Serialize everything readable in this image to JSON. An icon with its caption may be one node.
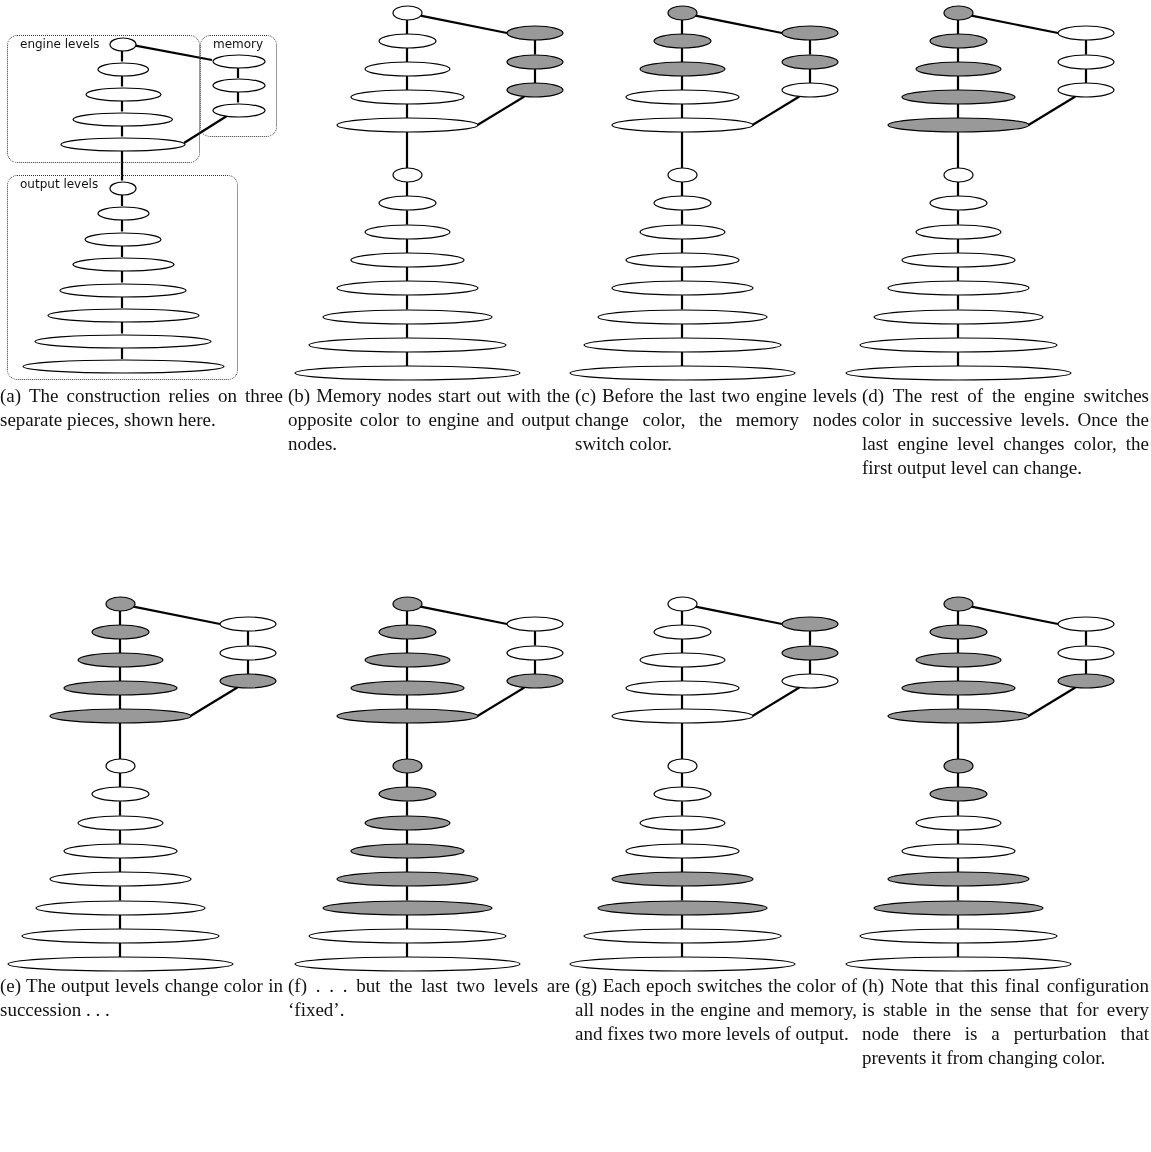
{
  "diagram": {
    "nodes": [
      {
        "text": [
          "engine levels"
        ]
      },
      {
        "text": [],
        "shape": "ellipse",
        "in": 0
      },
      {
        "text": [],
        "shape": "ellipse",
        "in": 0
      },
      {
        "text": [],
        "shape": "ellipse",
        "in": 0
      },
      {
        "text": [],
        "shape": "ellipse",
        "in": 0
      },
      {
        "text": [],
        "shape": "ellipse",
        "in": 0
      },
      {
        "text": [
          "memory"
        ]
      },
      {
        "text": [],
        "shape": "ellipse",
        "in": 6
      },
      {
        "text": [],
        "shape": "ellipse",
        "in": 6
      },
      {
        "text": [],
        "shape": "ellipse",
        "in": 6
      },
      {
        "text": [
          "output levels"
        ]
      },
      {
        "text": [],
        "shape": "ellipse",
        "in": 10
      },
      {
        "text": [],
        "shape": "ellipse",
        "in": 10
      },
      {
        "text": [],
        "shape": "ellipse",
        "in": 10
      },
      {
        "text": [],
        "shape": "ellipse",
        "in": 10
      },
      {
        "text": [],
        "shape": "ellipse",
        "in": 10
      },
      {
        "text": [],
        "shape": "ellipse",
        "in": 10
      },
      {
        "text": [],
        "shape": "ellipse",
        "in": 10
      },
      {
        "text": [],
        "shape": "ellipse",
        "in": 10
      },
      {
        "text": [],
        "shape": "ellipse"
      },
      {
        "text": [],
        "shape": "ellipse"
      },
      {
        "text": [],
        "shape": "ellipse"
      },
      {
        "text": [],
        "shape": "ellipse"
      },
      {
        "text": [],
        "shape": "ellipse"
      },
      {
        "text": [],
        "shape": "ellipse"
      },
      {
        "text": [],
        "shape": "ellipse"
      },
      {
        "text": [],
        "shape": "ellipse"
      },
      {
        "text": [],
        "shape": "ellipse"
      },
      {
        "text": [],
        "shape": "ellipse"
      },
      {
        "text": [],
        "shape": "ellipse"
      },
      {
        "text": [],
        "shape": "ellipse"
      },
      {
        "text": [],
        "shape": "ellipse"
      },
      {
        "text": [],
        "shape": "ellipse"
      },
      {
        "text": [],
        "shape": "ellipse"
      },
      {
        "text": [],
        "shape": "ellipse"
      },
      {
        "text": [],
        "shape": "ellipse"
      },
      {
        "text": [],
        "shape": "ellipse"
      },
      {
        "text": [],
        "shape": "ellipse"
      },
      {
        "text": [],
        "shape": "ellipse"
      },
      {
        "text": [],
        "shape": "ellipse"
      },
      {
        "text": [],
        "shape": "ellipse"
      },
      {
        "text": [],
        "shape": "ellipse"
      },
      {
        "text": [],
        "shape": "ellipse"
      },
      {
        "text": [],
        "shape": "ellipse"
      },
      {
        "text": [],
        "shape": "ellipse"
      },
      {
        "text": [],
        "shape": "ellipse"
      },
      {
        "text": [],
        "shape": "ellipse"
      },
      {
        "text": [],
        "shape": "ellipse"
      },
      {
        "text": [],
        "shape": "ellipse"
      },
      {
        "text": [],
        "shape": "ellipse"
      },
      {
        "text": [],
        "shape": "ellipse"
      },
      {
        "text": [],
        "shape": "ellipse"
      },
      {
        "text": [],
        "shape": "ellipse"
      },
      {
        "text": [],
        "shape": "ellipse"
      },
      {
        "text": [],
        "shape": "ellipse"
      },
      {
        "text": [],
        "shape": "ellipse"
      },
      {
        "text": [],
        "shape": "ellipse"
      },
      {
        "text": [],
        "shape": "ellipse"
      },
      {
        "text": [],
        "shape": "ellipse"
      },
      {
        "text": [],
        "shape": "ellipse"
      },
      {
        "text": [],
        "shape": "ellipse"
      },
      {
        "text": [],
        "shape": "ellipse"
      },
      {
        "text": [],
        "shape": "ellipse"
      },
      {
        "text": [],
        "shape": "ellipse"
      },
      {
        "text": [],
        "shape": "ellipse"
      },
      {
        "text": [],
        "shape": "ellipse"
      },
      {
        "text": [],
        "shape": "ellipse"
      },
      {
        "text": [],
        "shape": "ellipse"
      },
      {
        "text": [],
        "shape": "ellipse"
      },
      {
        "text": [],
        "shape": "ellipse"
      },
      {
        "text": [],
        "shape": "ellipse"
      },
      {
        "text": [],
        "shape": "ellipse"
      },
      {
        "text": [],
        "shape": "ellipse"
      },
      {
        "text": [],
        "shape": "ellipse"
      },
      {
        "text": [],
        "shape": "ellipse"
      },
      {
        "text": [],
        "shape": "ellipse"
      },
      {
        "text": [],
        "shape": "ellipse"
      },
      {
        "text": [],
        "shape": "ellipse"
      },
      {
        "text": [],
        "shape": "ellipse"
      },
      {
        "text": [],
        "shape": "ellipse"
      },
      {
        "text": [],
        "shape": "ellipse"
      },
      {
        "text": [],
        "shape": "ellipse"
      },
      {
        "text": [],
        "shape": "ellipse"
      },
      {
        "text": [],
        "shape": "ellipse"
      },
      {
        "text": [],
        "shape": "ellipse"
      },
      {
        "text": [],
        "shape": "ellipse"
      },
      {
        "text": [],
        "shape": "ellipse"
      },
      {
        "text": [],
        "shape": "ellipse"
      },
      {
        "text": [],
        "shape": "ellipse"
      },
      {
        "text": [],
        "shape": "ellipse"
      },
      {
        "text": [],
        "shape": "ellipse"
      },
      {
        "text": [],
        "shape": "ellipse"
      },
      {
        "text": [],
        "shape": "ellipse"
      },
      {
        "text": [],
        "shape": "ellipse"
      },
      {
        "text": [],
        "shape": "ellipse"
      },
      {
        "text": [],
        "shape": "ellipse"
      },
      {
        "text": [],
        "shape": "ellipse"
      },
      {
        "text": [],
        "shape": "ellipse"
      },
      {
        "text": [],
        "shape": "ellipse"
      },
      {
        "text": [],
        "shape": "ellipse"
      },
      {
        "text": [],
        "shape": "ellipse"
      },
      {
        "text": [],
        "shape": "ellipse"
      },
      {
        "text": [],
        "shape": "ellipse"
      },
      {
        "text": [],
        "shape": "ellipse"
      },
      {
        "text": [],
        "shape": "ellipse"
      },
      {
        "text": [],
        "shape": "ellipse"
      },
      {
        "text": [],
        "shape": "ellipse"
      },
      {
        "text": [],
        "shape": "ellipse"
      },
      {
        "text": [],
        "shape": "ellipse"
      },
      {
        "text": [],
        "shape": "ellipse"
      },
      {
        "text": [],
        "shape": "ellipse"
      },
      {
        "text": [],
        "shape": "ellipse"
      },
      {
        "text": [],
        "shape": "ellipse"
      },
      {
        "text": [],
        "shape": "ellipse"
      },
      {
        "text": [],
        "shape": "ellipse"
      },
      {
        "text": [],
        "shape": "ellipse"
      },
      {
        "text": [],
        "shape": "ellipse"
      },
      {
        "text": [],
        "shape": "ellipse"
      },
      {
        "text": [],
        "shape": "ellipse"
      },
      {
        "text": [],
        "shape": "ellipse"
      },
      {
        "text": [],
        "shape": "ellipse"
      },
      {
        "text": [],
        "shape": "ellipse"
      },
      {
        "text": [],
        "shape": "ellipse"
      },
      {
        "text": [],
        "shape": "ellipse"
      },
      {
        "text": [],
        "shape": "ellipse"
      },
      {
        "text": [],
        "shape": "ellipse"
      },
      {
        "text": [],
        "shape": "ellipse"
      },
      {
        "text": [],
        "shape": "ellipse"
      },
      {
        "text": [],
        "shape": "ellipse"
      },
      {
        "text": [],
        "shape": "ellipse"
      },
      {
        "text": [],
        "shape": "ellipse"
      }
    ],
    "edges": [
      {
        "from": 1,
        "to": 2,
        "arrow": "none"
      },
      {
        "from": 2,
        "to": 3,
        "arrow": "none"
      },
      {
        "from": 3,
        "to": 4,
        "arrow": "none"
      },
      {
        "from": 4,
        "to": 5,
        "arrow": "none"
      },
      {
        "from": 1,
        "to": 7,
        "arrow": "none"
      },
      {
        "from": 7,
        "to": 8,
        "arrow": "none"
      },
      {
        "from": 8,
        "to": 9,
        "arrow": "none"
      },
      {
        "from": 9,
        "to": 5,
        "arrow": "none"
      },
      {
        "from": 5,
        "to": 11,
        "arrow": "none"
      },
      {
        "from": 11,
        "to": 12,
        "arrow": "none"
      },
      {
        "from": 12,
        "to": 13,
        "arrow": "none"
      },
      {
        "from": 13,
        "to": 14,
        "arrow": "none"
      },
      {
        "from": 14,
        "to": 15,
        "arrow": "none"
      },
      {
        "from": 15,
        "to": 16,
        "arrow": "none"
      },
      {
        "from": 16,
        "to": 17,
        "arrow": "none"
      },
      {
        "from": 17,
        "to": 18,
        "arrow": "none"
      },
      {
        "from": 19,
        "to": 20,
        "arrow": "none"
      },
      {
        "from": 20,
        "to": 21,
        "arrow": "none"
      },
      {
        "from": 21,
        "to": 22,
        "arrow": "none"
      },
      {
        "from": 22,
        "to": 23,
        "arrow": "none"
      },
      {
        "from": 19,
        "to": 24,
        "arrow": "none"
      },
      {
        "from": 24,
        "to": 25,
        "arrow": "none"
      },
      {
        "from": 25,
        "to": 26,
        "arrow": "none"
      },
      {
        "from": 26,
        "to": 23,
        "arrow": "none"
      },
      {
        "from": 23,
        "to": 27,
        "arrow": "none"
      },
      {
        "from": 27,
        "to": 28,
        "arrow": "none"
      },
      {
        "from": 28,
        "to": 29,
        "arrow": "none"
      },
      {
        "from": 29,
        "to": 30,
        "arrow": "none"
      },
      {
        "from": 30,
        "to": 31,
        "arrow": "none"
      },
      {
        "from": 31,
        "to": 32,
        "arrow": "none"
      },
      {
        "from": 32,
        "to": 33,
        "arrow": "none"
      },
      {
        "from": 33,
        "to": 34,
        "arrow": "none"
      },
      {
        "from": 35,
        "to": 36,
        "arrow": "none"
      },
      {
        "from": 36,
        "to": 37,
        "arrow": "none"
      },
      {
        "from": 37,
        "to": 38,
        "arrow": "none"
      },
      {
        "from": 38,
        "to": 39,
        "arrow": "none"
      },
      {
        "from": 35,
        "to": 40,
        "arrow": "none"
      },
      {
        "from": 40,
        "to": 41,
        "arrow": "none"
      },
      {
        "from": 41,
        "to": 42,
        "arrow": "none"
      },
      {
        "from": 42,
        "to": 39,
        "arrow": "none"
      },
      {
        "from": 39,
        "to": 43,
        "arrow": "none"
      },
      {
        "from": 43,
        "to": 44,
        "arrow": "none"
      },
      {
        "from": 44,
        "to": 45,
        "arrow": "none"
      },
      {
        "from": 45,
        "to": 46,
        "arrow": "none"
      },
      {
        "from": 46,
        "to": 47,
        "arrow": "none"
      },
      {
        "from": 47,
        "to": 48,
        "arrow": "none"
      },
      {
        "from": 48,
        "to": 49,
        "arrow": "none"
      },
      {
        "from": 49,
        "to": 50,
        "arrow": "none"
      },
      {
        "from": 51,
        "to": 52,
        "arrow": "none"
      },
      {
        "from": 52,
        "to": 53,
        "arrow": "none"
      },
      {
        "from": 53,
        "to": 54,
        "arrow": "none"
      },
      {
        "from": 54,
        "to": 55,
        "arrow": "none"
      },
      {
        "from": 51,
        "to": 56,
        "arrow": "none"
      },
      {
        "from": 56,
        "to": 57,
        "arrow": "none"
      },
      {
        "from": 57,
        "to": 58,
        "arrow": "none"
      },
      {
        "from": 58,
        "to": 55,
        "arrow": "none"
      },
      {
        "from": 55,
        "to": 59,
        "arrow": "none"
      },
      {
        "from": 59,
        "to": 60,
        "arrow": "none"
      },
      {
        "from": 60,
        "to": 61,
        "arrow": "none"
      },
      {
        "from": 61,
        "to": 62,
        "arrow": "none"
      },
      {
        "from": 62,
        "to": 63,
        "arrow": "none"
      },
      {
        "from": 63,
        "to": 64,
        "arrow": "none"
      },
      {
        "from": 64,
        "to": 65,
        "arrow": "none"
      },
      {
        "from": 65,
        "to": 66,
        "arrow": "none"
      },
      {
        "from": 67,
        "to": 68,
        "arrow": "none"
      },
      {
        "from": 68,
        "to": 69,
        "arrow": "none"
      },
      {
        "from": 69,
        "to": 70,
        "arrow": "none"
      },
      {
        "from": 70,
        "to": 71,
        "arrow": "none"
      },
      {
        "from": 67,
        "to": 72,
        "arrow": "none"
      },
      {
        "from": 72,
        "to": 73,
        "arrow": "none"
      },
      {
        "from": 73,
        "to": 74,
        "arrow": "none"
      },
      {
        "from": 74,
        "to": 71,
        "arrow": "none"
      },
      {
        "from": 71,
        "to": 75,
        "arrow": "none"
      },
      {
        "from": 75,
        "to": 76,
        "arrow": "none"
      },
      {
        "from": 76,
        "to": 77,
        "arrow": "none"
      },
      {
        "from": 77,
        "to": 78,
        "arrow": "none"
      },
      {
        "from": 78,
        "to": 79,
        "arrow": "none"
      },
      {
        "from": 79,
        "to": 80,
        "arrow": "none"
      },
      {
        "from": 80,
        "to": 81,
        "arrow": "none"
      },
      {
        "from": 81,
        "to": 82,
        "arrow": "none"
      },
      {
        "from": 83,
        "to": 84,
        "arrow": "none"
      },
      {
        "from": 84,
        "to": 85,
        "arrow": "none"
      },
      {
        "from": 85,
        "to": 86,
        "arrow": "none"
      },
      {
        "from": 86,
        "to": 87,
        "arrow": "none"
      },
      {
        "from": 83,
        "to": 88,
        "arrow": "none"
      },
      {
        "from": 88,
        "to": 89,
        "arrow": "none"
      },
      {
        "from": 89,
        "to": 90,
        "arrow": "none"
      },
      {
        "from": 90,
        "to": 87,
        "arrow": "none"
      },
      {
        "from": 87,
        "to": 91,
        "arrow": "none"
      },
      {
        "from": 91,
        "to": 92,
        "arrow": "none"
      },
      {
        "from": 92,
        "to": 93,
        "arrow": "none"
      },
      {
        "from": 93,
        "to": 94,
        "arrow": "none"
      },
      {
        "from": 94,
        "to": 95,
        "arrow": "none"
      },
      {
        "from": 95,
        "to": 96,
        "arrow": "none"
      },
      {
        "from": 96,
        "to": 97,
        "arrow": "none"
      },
      {
        "from": 97,
        "to": 98,
        "arrow": "none"
      },
      {
        "from": 99,
        "to": 100,
        "arrow": "none"
      },
      {
        "from": 100,
        "to": 101,
        "arrow": "none"
      },
      {
        "from": 101,
        "to": 102,
        "arrow": "none"
      },
      {
        "from": 102,
        "to": 103,
        "arrow": "none"
      },
      {
        "from": 99,
        "to": 104,
        "arrow": "none"
      },
      {
        "from": 104,
        "to": 105,
        "arrow": "none"
      },
      {
        "from": 105,
        "to": 106,
        "arrow": "none"
      },
      {
        "from": 106,
        "to": 103,
        "arrow": "none"
      },
      {
        "from": 103,
        "to": 107,
        "arrow": "none"
      },
      {
        "from": 107,
        "to": 108,
        "arrow": "none"
      },
      {
        "from": 108,
        "to": 109,
        "arrow": "none"
      },
      {
        "from": 109,
        "to": 110,
        "arrow": "none"
      },
      {
        "from": 110,
        "to": 111,
        "arrow": "none"
      },
      {
        "from": 111,
        "to": 112,
        "arrow": "none"
      },
      {
        "from": 112,
        "to": 113,
        "arrow": "none"
      },
      {
        "from": 113,
        "to": 114,
        "arrow": "none"
      },
      {
        "from": 115,
        "to": 116,
        "arrow": "none"
      },
      {
        "from": 116,
        "to": 117,
        "arrow": "none"
      },
      {
        "from": 117,
        "to": 118,
        "arrow": "none"
      },
      {
        "from": 118,
        "to": 119,
        "arrow": "none"
      },
      {
        "from": 115,
        "to": 120,
        "arrow": "none"
      },
      {
        "from": 120,
        "to": 121,
        "arrow": "none"
      },
      {
        "from": 121,
        "to": 122,
        "arrow": "none"
      },
      {
        "from": 122,
        "to": 119,
        "arrow": "none"
      },
      {
        "from": 119,
        "to": 123,
        "arrow": "none"
      },
      {
        "from": 123,
        "to": 124,
        "arrow": "none"
      },
      {
        "from": 124,
        "to": 125,
        "arrow": "none"
      },
      {
        "from": 125,
        "to": 126,
        "arrow": "none"
      },
      {
        "from": 126,
        "to": 127,
        "arrow": "none"
      },
      {
        "from": 127,
        "to": 128,
        "arrow": "none"
      },
      {
        "from": 128,
        "to": 129,
        "arrow": "none"
      },
      {
        "from": 129,
        "to": 130,
        "arrow": "none"
      }
    ],
    "labels": [
      "(a) The construction relies on three separate pieces, shown here.",
      "(b) Memory nodes start out with the opposite color to engine and output nodes.",
      "(c) Before the last two engine levels change color, the memory nodes switch color.",
      "(d) The rest of the engine switches color in successive levels. Once the last engine level changes color, the first output level can change.",
      "(e) The output levels change color in succession . . .",
      "(f) . . . but the last two levels are ‘fixed’.",
      "(g) Each epoch switches the color of all nodes in the engine and memory, and fixes two more levels of output.",
      "(h) Note that this final configuration is stable in the sense that for every node there is a perturbation that prevents it from changing color."
    ]
  }
}
